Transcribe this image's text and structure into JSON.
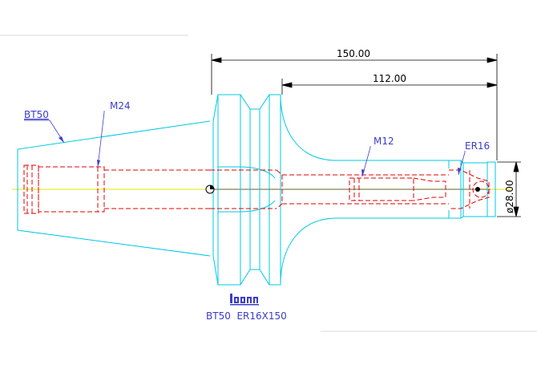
{
  "drawing": {
    "dimensions": {
      "overall_length": "150.00",
      "projection_length": "112.00",
      "diameter": "ø28.00"
    },
    "callouts": {
      "taper": "BT50",
      "rear_thread": "M24",
      "front_thread": "M12",
      "collet": "ER16"
    },
    "caption": "BT50  ER16X150",
    "colors": {
      "outline": "#00c8e6",
      "hidden": "#e60000",
      "centerline": "#e6e600",
      "callout": "#3c3ccc",
      "dimension": "#000000"
    }
  }
}
